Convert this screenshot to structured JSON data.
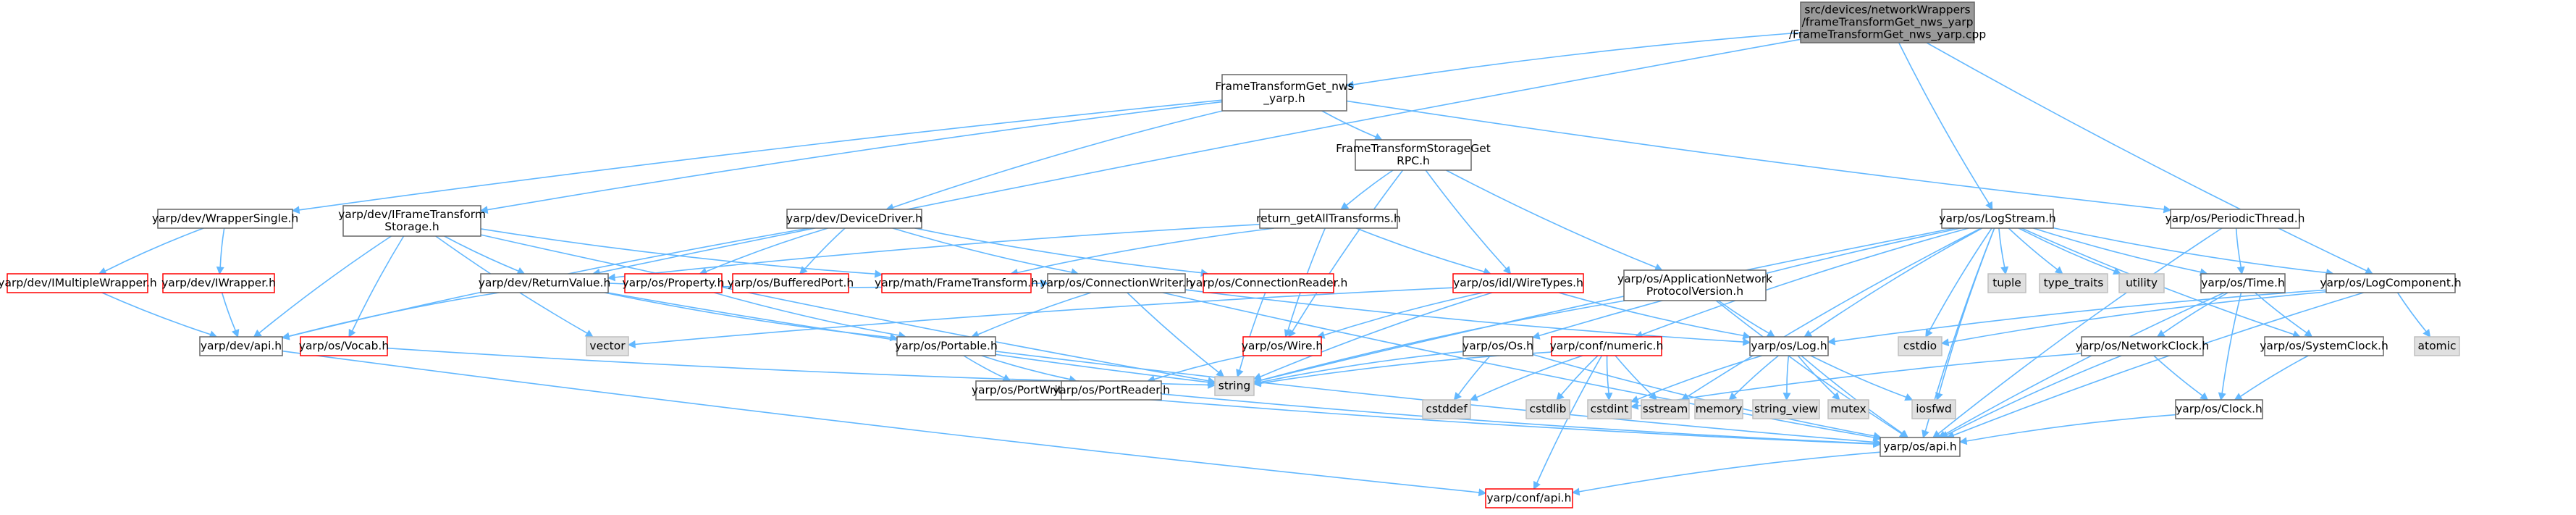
{
  "graph": {
    "colors": {
      "edge": "#63b8ff",
      "border_normal": "#666666",
      "border_truncated": "#ff0000",
      "border_system": "#bfbfbf",
      "fill_normal": "#ffffff",
      "fill_system": "#e0e0e0",
      "fill_root": "#999999",
      "text": "#000000"
    },
    "nodes": [
      {
        "id": "root",
        "lines": [
          "src/devices/networkWrappers",
          "/frameTransformGet_nws_yarp",
          "/FrameTransformGet_nws_yarp.cpp"
        ],
        "kind": "root"
      },
      {
        "id": "ftg_h",
        "lines": [
          "FrameTransformGet_nws",
          "_yarp.h"
        ],
        "kind": "normal"
      },
      {
        "id": "ftsg",
        "lines": [
          "FrameTransformStorageGet",
          "RPC.h"
        ],
        "kind": "normal"
      },
      {
        "id": "ret_all",
        "lines": [
          "return_getAllTransforms.h"
        ],
        "kind": "normal"
      },
      {
        "id": "wrapper_single",
        "lines": [
          "yarp/dev/WrapperSingle.h"
        ],
        "kind": "normal"
      },
      {
        "id": "iframe_storage",
        "lines": [
          "yarp/dev/IFrameTransform",
          "Storage.h"
        ],
        "kind": "normal"
      },
      {
        "id": "device_driver",
        "lines": [
          "yarp/dev/DeviceDriver.h"
        ],
        "kind": "normal"
      },
      {
        "id": "imultiple",
        "lines": [
          "yarp/dev/IMultipleWrapper.h"
        ],
        "kind": "truncated"
      },
      {
        "id": "iwrapper",
        "lines": [
          "yarp/dev/IWrapper.h"
        ],
        "kind": "truncated"
      },
      {
        "id": "dev_api",
        "lines": [
          "yarp/dev/api.h"
        ],
        "kind": "normal"
      },
      {
        "id": "return_value",
        "lines": [
          "yarp/dev/ReturnValue.h"
        ],
        "kind": "normal"
      },
      {
        "id": "vocab",
        "lines": [
          "yarp/os/Vocab.h"
        ],
        "kind": "truncated"
      },
      {
        "id": "property",
        "lines": [
          "yarp/os/Property.h"
        ],
        "kind": "truncated"
      },
      {
        "id": "buffered_port",
        "lines": [
          "yarp/os/BufferedPort.h"
        ],
        "kind": "truncated"
      },
      {
        "id": "frame_transform",
        "lines": [
          "yarp/math/FrameTransform.h"
        ],
        "kind": "truncated"
      },
      {
        "id": "conn_writer",
        "lines": [
          "yarp/os/ConnectionWriter.h"
        ],
        "kind": "normal"
      },
      {
        "id": "conn_reader",
        "lines": [
          "yarp/os/ConnectionReader.h"
        ],
        "kind": "truncated"
      },
      {
        "id": "wire_types",
        "lines": [
          "yarp/os/idl/WireTypes.h"
        ],
        "kind": "truncated"
      },
      {
        "id": "app_net_proto",
        "lines": [
          "yarp/os/ApplicationNetwork",
          "ProtocolVersion.h"
        ],
        "kind": "normal"
      },
      {
        "id": "log_stream",
        "lines": [
          "yarp/os/LogStream.h"
        ],
        "kind": "normal"
      },
      {
        "id": "periodic_thread",
        "lines": [
          "yarp/os/PeriodicThread.h"
        ],
        "kind": "normal"
      },
      {
        "id": "log_component",
        "lines": [
          "yarp/os/LogComponent.h"
        ],
        "kind": "normal"
      },
      {
        "id": "tuple",
        "lines": [
          "tuple"
        ],
        "kind": "system"
      },
      {
        "id": "type_traits",
        "lines": [
          "type_traits"
        ],
        "kind": "system"
      },
      {
        "id": "utility",
        "lines": [
          "utility"
        ],
        "kind": "system"
      },
      {
        "id": "time_h",
        "lines": [
          "yarp/os/Time.h"
        ],
        "kind": "normal"
      },
      {
        "id": "vector",
        "lines": [
          "vector"
        ],
        "kind": "system"
      },
      {
        "id": "portable",
        "lines": [
          "yarp/os/Portable.h"
        ],
        "kind": "normal"
      },
      {
        "id": "wire",
        "lines": [
          "yarp/os/Wire.h"
        ],
        "kind": "truncated"
      },
      {
        "id": "os_h",
        "lines": [
          "yarp/os/Os.h"
        ],
        "kind": "normal"
      },
      {
        "id": "conf_numeric",
        "lines": [
          "yarp/conf/numeric.h"
        ],
        "kind": "truncated"
      },
      {
        "id": "log_h",
        "lines": [
          "yarp/os/Log.h"
        ],
        "kind": "normal"
      },
      {
        "id": "cstdio",
        "lines": [
          "cstdio"
        ],
        "kind": "system"
      },
      {
        "id": "network_clock",
        "lines": [
          "yarp/os/NetworkClock.h"
        ],
        "kind": "normal"
      },
      {
        "id": "system_clock",
        "lines": [
          "yarp/os/SystemClock.h"
        ],
        "kind": "normal"
      },
      {
        "id": "atomic",
        "lines": [
          "atomic"
        ],
        "kind": "system"
      },
      {
        "id": "string",
        "lines": [
          "string"
        ],
        "kind": "system"
      },
      {
        "id": "port_writer",
        "lines": [
          "yarp/os/PortWriter.h"
        ],
        "kind": "normal"
      },
      {
        "id": "port_reader",
        "lines": [
          "yarp/os/PortReader.h"
        ],
        "kind": "normal"
      },
      {
        "id": "cstddef",
        "lines": [
          "cstddef"
        ],
        "kind": "system"
      },
      {
        "id": "cstdlib",
        "lines": [
          "cstdlib"
        ],
        "kind": "system"
      },
      {
        "id": "cstdint",
        "lines": [
          "cstdint"
        ],
        "kind": "system"
      },
      {
        "id": "sstream",
        "lines": [
          "sstream"
        ],
        "kind": "system"
      },
      {
        "id": "memory",
        "lines": [
          "memory"
        ],
        "kind": "system"
      },
      {
        "id": "string_view",
        "lines": [
          "string_view"
        ],
        "kind": "system"
      },
      {
        "id": "mutex",
        "lines": [
          "mutex"
        ],
        "kind": "system"
      },
      {
        "id": "iosfwd",
        "lines": [
          "iosfwd"
        ],
        "kind": "system"
      },
      {
        "id": "clock",
        "lines": [
          "yarp/os/Clock.h"
        ],
        "kind": "normal"
      },
      {
        "id": "os_api",
        "lines": [
          "yarp/os/api.h"
        ],
        "kind": "normal"
      },
      {
        "id": "conf_api",
        "lines": [
          "yarp/conf/api.h"
        ],
        "kind": "truncated"
      }
    ],
    "edges": [
      [
        "root",
        "ftg_h"
      ],
      [
        "root",
        "return_value"
      ],
      [
        "root",
        "log_stream"
      ],
      [
        "root",
        "log_component"
      ],
      [
        "ftg_h",
        "ftsg"
      ],
      [
        "ftg_h",
        "wrapper_single"
      ],
      [
        "ftg_h",
        "iframe_storage"
      ],
      [
        "ftg_h",
        "device_driver"
      ],
      [
        "ftg_h",
        "periodic_thread"
      ],
      [
        "ftsg",
        "ret_all"
      ],
      [
        "ftsg",
        "wire_types"
      ],
      [
        "ftsg",
        "app_net_proto"
      ],
      [
        "ftsg",
        "wire"
      ],
      [
        "ret_all",
        "frame_transform"
      ],
      [
        "ret_all",
        "return_value"
      ],
      [
        "ret_all",
        "wire_types"
      ],
      [
        "ret_all",
        "wire"
      ],
      [
        "wrapper_single",
        "imultiple"
      ],
      [
        "wrapper_single",
        "iwrapper"
      ],
      [
        "imultiple",
        "dev_api"
      ],
      [
        "iwrapper",
        "dev_api"
      ],
      [
        "iframe_storage",
        "dev_api"
      ],
      [
        "iframe_storage",
        "return_value"
      ],
      [
        "iframe_storage",
        "vocab"
      ],
      [
        "iframe_storage",
        "frame_transform"
      ],
      [
        "iframe_storage",
        "vector"
      ],
      [
        "iframe_storage",
        "string"
      ],
      [
        "device_driver",
        "dev_api"
      ],
      [
        "device_driver",
        "property"
      ],
      [
        "device_driver",
        "buffered_port"
      ],
      [
        "device_driver",
        "conn_writer"
      ],
      [
        "device_driver",
        "conn_reader"
      ],
      [
        "return_value",
        "dev_api"
      ],
      [
        "return_value",
        "portable"
      ],
      [
        "return_value",
        "string"
      ],
      [
        "return_value",
        "conn_writer"
      ],
      [
        "vocab",
        "string"
      ],
      [
        "property",
        "portable"
      ],
      [
        "conn_writer",
        "portable"
      ],
      [
        "conn_writer",
        "string"
      ],
      [
        "conn_writer",
        "os_api"
      ],
      [
        "conn_writer",
        "log_h"
      ],
      [
        "conn_reader",
        "string"
      ],
      [
        "wire_types",
        "vector"
      ],
      [
        "wire_types",
        "string"
      ],
      [
        "wire_types",
        "wire"
      ],
      [
        "wire_types",
        "log_h"
      ],
      [
        "app_net_proto",
        "log_h"
      ],
      [
        "app_net_proto",
        "os_api"
      ],
      [
        "app_net_proto",
        "string"
      ],
      [
        "log_stream",
        "tuple"
      ],
      [
        "log_stream",
        "type_traits"
      ],
      [
        "log_stream",
        "utility"
      ],
      [
        "log_stream",
        "time_h"
      ],
      [
        "log_stream",
        "log_component"
      ],
      [
        "log_stream",
        "log_h"
      ],
      [
        "log_stream",
        "os_h"
      ],
      [
        "log_stream",
        "cstdio"
      ],
      [
        "log_stream",
        "string"
      ],
      [
        "log_stream",
        "sstream"
      ],
      [
        "log_stream",
        "iosfwd"
      ],
      [
        "log_stream",
        "os_api"
      ],
      [
        "log_stream",
        "system_clock"
      ],
      [
        "log_stream",
        "conf_numeric"
      ],
      [
        "periodic_thread",
        "time_h"
      ],
      [
        "periodic_thread",
        "os_api"
      ],
      [
        "log_component",
        "log_h"
      ],
      [
        "log_component",
        "cstdio"
      ],
      [
        "log_component",
        "atomic"
      ],
      [
        "log_component",
        "os_api"
      ],
      [
        "time_h",
        "network_clock"
      ],
      [
        "time_h",
        "system_clock"
      ],
      [
        "time_h",
        "clock"
      ],
      [
        "time_h",
        "os_api"
      ],
      [
        "portable",
        "port_writer"
      ],
      [
        "portable",
        "port_reader"
      ],
      [
        "portable",
        "os_api"
      ],
      [
        "wire",
        "port_reader"
      ],
      [
        "os_h",
        "string"
      ],
      [
        "os_h",
        "cstddef"
      ],
      [
        "os_h",
        "os_api"
      ],
      [
        "conf_numeric",
        "cstddef"
      ],
      [
        "conf_numeric",
        "cstdint"
      ],
      [
        "conf_numeric",
        "cstdlib"
      ],
      [
        "conf_numeric",
        "sstream"
      ],
      [
        "conf_numeric",
        "conf_api"
      ],
      [
        "conf_numeric",
        "string"
      ],
      [
        "log_h",
        "cstdint"
      ],
      [
        "log_h",
        "memory"
      ],
      [
        "log_h",
        "string_view"
      ],
      [
        "log_h",
        "mutex"
      ],
      [
        "log_h",
        "iosfwd"
      ],
      [
        "log_h",
        "os_api"
      ],
      [
        "network_clock",
        "clock"
      ],
      [
        "network_clock",
        "os_api"
      ],
      [
        "network_clock",
        "cstdint"
      ],
      [
        "system_clock",
        "clock"
      ],
      [
        "clock",
        "os_api"
      ],
      [
        "port_writer",
        "os_api"
      ],
      [
        "port_reader",
        "os_api"
      ],
      [
        "os_api",
        "conf_api"
      ],
      [
        "dev_api",
        "conf_api"
      ]
    ]
  }
}
